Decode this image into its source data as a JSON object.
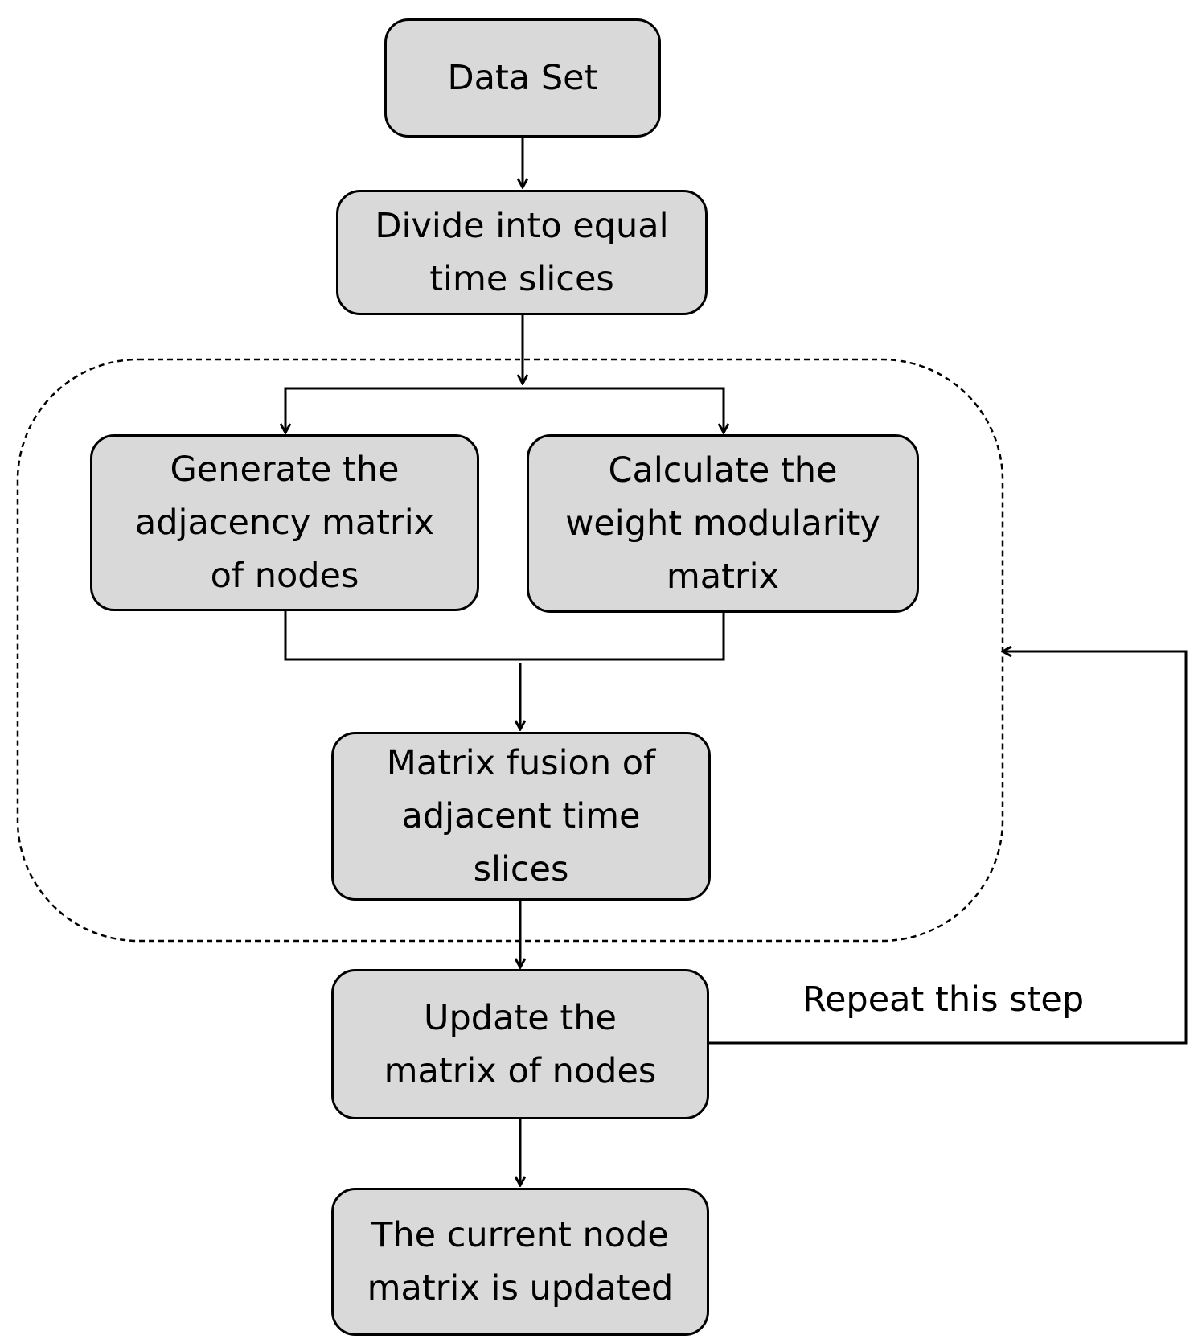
{
  "nodes": {
    "data_set": "Data Set",
    "divide": "Divide into equal\ntime slices",
    "adjacency": "Generate the\nadjacency matrix\nof nodes",
    "modularity": "Calculate the\nweight modularity\nmatrix",
    "fusion": "Matrix fusion of\nadjacent time\nslices",
    "update": "Update the\nmatrix of nodes",
    "result": "The current node\nmatrix is updated"
  },
  "loop_label": "Repeat this step"
}
